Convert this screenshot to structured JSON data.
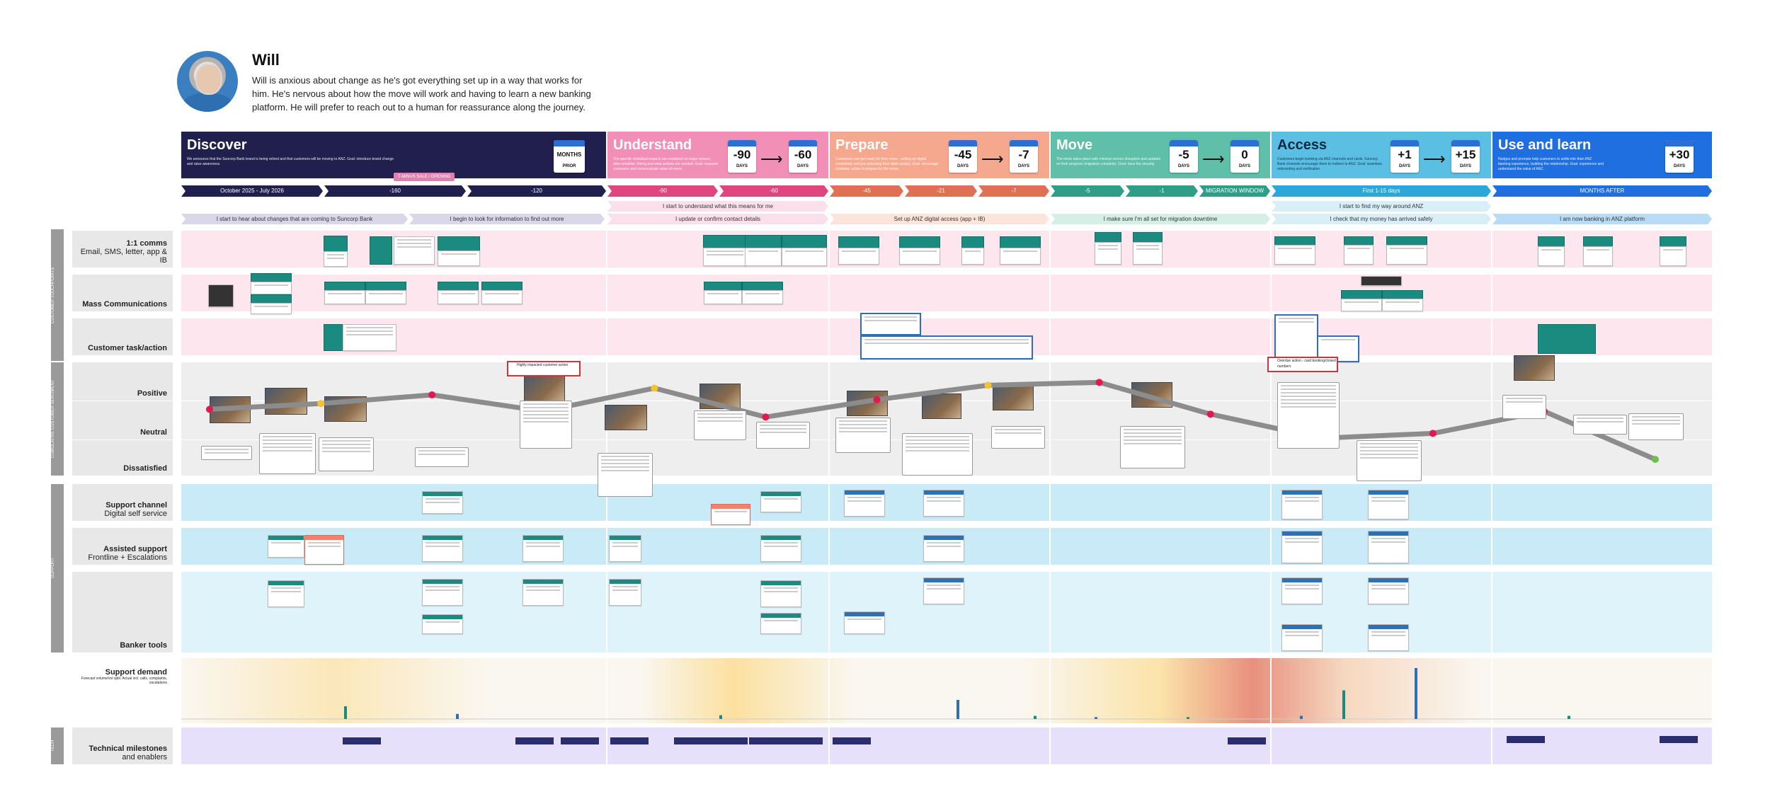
{
  "persona": {
    "name": "Will",
    "description": "Will is anxious about change as he's got everything set up in a way that works for him. He's nervous about how the move will work and having to learn a new banking platform. He will prefer to reach out to a human for reassurance along the journey."
  },
  "phases": [
    {
      "name": "Discover",
      "desc": "We announce that the Suncorp Bank brand is being retired and that customers will be moving to ANZ. Goal: introduce brand change and raise awareness.",
      "color": "#211f4e",
      "cal1": "MONTHS",
      "cal1_unit": "PRIOR"
    },
    {
      "name": "Understand",
      "desc": "The specific individual impacts are explained so major actions, date-sensitive, timing and what actions are needed. Goal: reassure customers and communicate value of move.",
      "color": "#f28fb6",
      "cal1": "-90",
      "cal1_unit": "DAYS",
      "cal2": "-60",
      "cal2_unit": "DAYS"
    },
    {
      "name": "Prepare",
      "desc": "Customers can get ready for their move - setting up digital credentials and pre-activating their debit card(s). Goal: encourage customer action to prepare for the move.",
      "color": "#f6a88e",
      "cal1": "-45",
      "cal1_unit": "DAYS",
      "cal2": "-7",
      "cal2_unit": "DAYS"
    },
    {
      "name": "Move",
      "desc": "The move takes place with minimal service disruption and updates on their progress (migration complete). Goal: have the security.",
      "color": "#5fbfa8",
      "cal1": "-5",
      "cal1_unit": "DAYS",
      "cal2": "0",
      "cal2_unit": "DAYS"
    },
    {
      "name": "Access",
      "desc": "Customers begin banking via ANZ channels and cards. Suncorp Bank channels encourage them to redirect to ANZ. Goal: seamless onboarding and verification.",
      "color": "#5bbfe3",
      "cal1": "+1",
      "cal1_unit": "DAYS",
      "cal2": "+15",
      "cal2_unit": "DAYS"
    },
    {
      "name": "Use and learn",
      "desc": "Nudges and prompts help customers to settle into their ANZ banking experience, building the relationship. Goal: experience and understand the value of ANZ.",
      "color": "#1f6fe0",
      "cal1": "+30",
      "cal1_unit": "DAYS"
    }
  ],
  "timeline": [
    {
      "label": "October 2025 - July 2026",
      "color": "#211f4e"
    },
    {
      "label": "-160",
      "color": "#211f4e"
    },
    {
      "label": "-120",
      "color": "#211f4e"
    },
    {
      "label": "-90",
      "color": "#e0457f"
    },
    {
      "label": "-60",
      "color": "#e0457f"
    },
    {
      "label": "-45",
      "color": "#e07055"
    },
    {
      "label": "-21",
      "color": "#e07055"
    },
    {
      "label": "-7",
      "color": "#e07055"
    },
    {
      "label": "-5",
      "color": "#2e9e87"
    },
    {
      "label": "-1",
      "color": "#2e9e87"
    },
    {
      "label": "MIGRATION WINDOW",
      "color": "#2e9e87"
    },
    {
      "label": "First 1-15 days",
      "color": "#2ba7d9"
    },
    {
      "label": "MONTHS AFTER",
      "color": "#1f6fe0"
    }
  ],
  "milestone": "T-MINUS SALE / OPENING",
  "goals": [
    "I start to hear about changes that are coming to Suncorp Bank",
    "I begin to look for information to find out more",
    "I start to understand what this means for me",
    "I update or confirm contact details",
    "Set up ANZ digital access (app + IB)",
    "I make sure I'm all set for migration downtime",
    "I check that my money has arrived safely",
    "I start to find my way around ANZ",
    "I am now banking in ANZ platform"
  ],
  "sections": {
    "touchpoints": "CUSTOMER TOUCHPOINTS",
    "sentiment": "CUMULATIVE CUSTOMER SENTIMENT",
    "support": "SUPPORT",
    "tech": "TECH"
  },
  "rows": {
    "comms_title": "1:1 comms",
    "comms_sub": "Email, SMS, letter, app & IB",
    "mass": "Mass Communications",
    "task": "Customer task/action",
    "positive": "Positive",
    "neutral": "Neutral",
    "dissatisfied": "Dissatisfied",
    "support_title": "Support channel",
    "support_sub": "Digital self service",
    "assisted_title": "Assisted support",
    "assisted_sub": "Frontline + Escalations",
    "banker": "Banker tools",
    "demand": "Support demand",
    "demand_sub": "Forecast volume/vol split. Actual incl. calls, complaints, escalations",
    "tech_title": "Technical milestones",
    "tech_sub": "and enablers"
  },
  "sentiment_points": [
    0.6,
    0.66,
    0.75,
    0.58,
    0.82,
    0.52,
    0.7,
    0.85,
    0.88,
    0.55,
    0.3,
    0.35,
    0.58,
    0.08
  ],
  "callouts": {
    "impacted1": "Highly impacted customer action",
    "impacted2": "Overdue action - card booking/closed numbers"
  },
  "demand_values": [
    20,
    8,
    6,
    30,
    5,
    3,
    3,
    5,
    45,
    80,
    5,
    5,
    8
  ]
}
